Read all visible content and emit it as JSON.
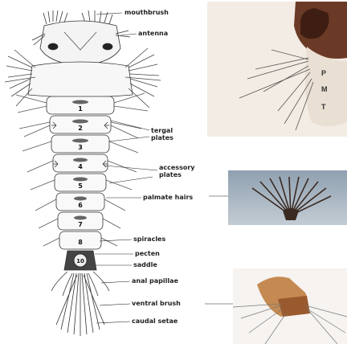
{
  "figure": {
    "labels": {
      "mouthbrush": "mouthbrush",
      "antenna": "antenna",
      "tergal_plates": "tergal\nplates",
      "accessory_plates": "accessory\nplates",
      "palmate_hairs": "palmate hairs",
      "spiracles": "spiracles",
      "pecten": "pecten",
      "saddle": "saddle",
      "anal_papillae": "anal papillae",
      "ventral_brush": "ventral brush",
      "caudal_setae": "caudal setae"
    },
    "segment_numbers": [
      "1",
      "2",
      "3",
      "4",
      "5",
      "6",
      "7",
      "8",
      "10"
    ],
    "thorax_letters": [
      "P",
      "M",
      "T"
    ]
  }
}
